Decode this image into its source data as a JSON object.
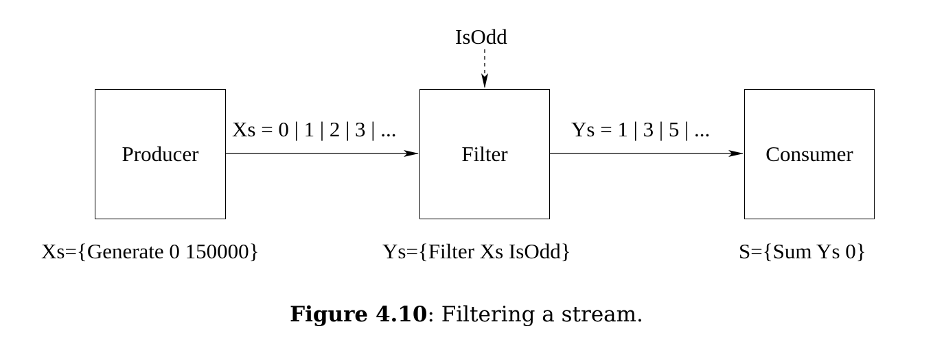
{
  "diagram": {
    "nodes": {
      "producer": "Producer",
      "filter": "Filter",
      "consumer": "Consumer"
    },
    "parameter_label": "IsOdd",
    "edges": {
      "producer_to_filter": "Xs = 0 | 1 | 2 | 3 | ...",
      "filter_to_consumer": "Ys = 1 | 3 | 5 | ..."
    },
    "code": {
      "producer": "Xs={Generate 0 150000}",
      "filter": "Ys={Filter Xs IsOdd}",
      "consumer": "S={Sum Ys 0}"
    }
  },
  "caption": {
    "number": "Figure 4.10",
    "separator": ":",
    "text": " Filtering a stream."
  }
}
